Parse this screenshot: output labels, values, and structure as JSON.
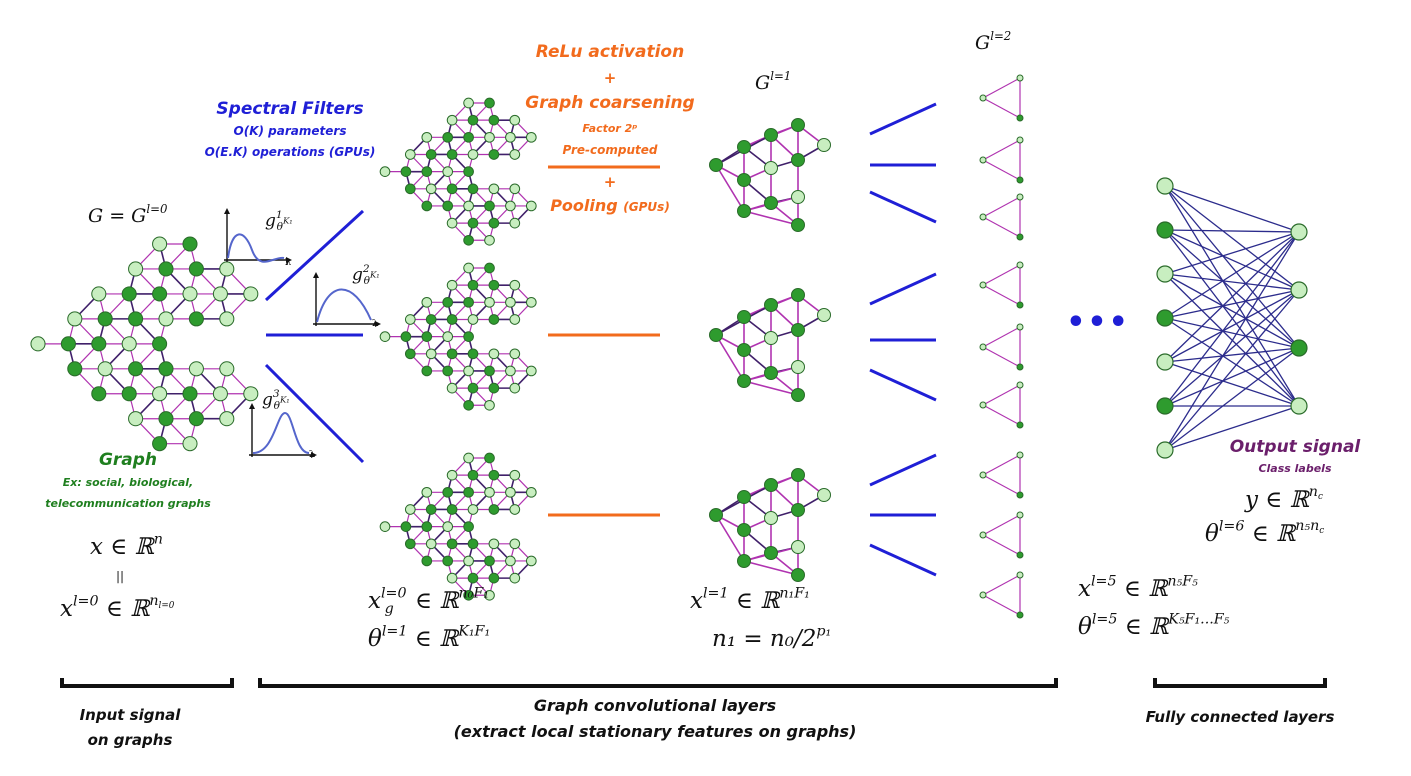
{
  "spectral": {
    "title": "Spectral Filters",
    "line1": "O(K) parameters",
    "line2": "O(E.K) operations (GPUs)"
  },
  "relu": {
    "title": "ReLu activation",
    "plus1": "+",
    "coarsening": "Graph coarsening",
    "factor": "Factor 2ᵖ",
    "precomputed": "Pre-computed",
    "plus2": "+",
    "pooling": "Pooling",
    "pooling_note": "(GPUs)"
  },
  "graph_label": {
    "title": "Graph",
    "line1": "Ex: social, biological,",
    "line2": "telecommunication graphs"
  },
  "output_label": {
    "title": "Output signal",
    "subtitle": "Class labels"
  },
  "math": {
    "G_def": "G = G",
    "G_def_sup": "l=0",
    "x_in": "x ∈ ℝ",
    "x_in_sup": "n",
    "equiv": "||",
    "x_l0": "x",
    "x_l0_sup": "l=0",
    "x_l0_rest": " ∈ ℝ",
    "x_l0_exp": "n",
    "x_l0_exp_sub": "l=0",
    "xg": "x",
    "xg_sup": "l=0",
    "xg_sub": "g",
    "xg_rest": " ∈ ℝ",
    "xg_exp": "n₀F₁",
    "theta1": "θ",
    "theta1_sup": "l=1",
    "theta1_rest": " ∈ ℝ",
    "theta1_exp": "K₁F₁",
    "x1": "x",
    "x1_sup": "l=1",
    "x1_rest": " ∈ ℝ",
    "x1_exp": "n₁F₁",
    "n1": "n₁ = n₀/2",
    "n1_sup": "p₁",
    "G1": "G",
    "G1_sup": "l=1",
    "G2": "G",
    "G2_sup": "l=2",
    "x5": "x",
    "x5_sup": "l=5",
    "x5_rest": " ∈ ℝ",
    "x5_exp": "n₅F₅",
    "theta5": "θ",
    "theta5_sup": "l=5",
    "theta5_rest": " ∈ ℝ",
    "theta5_exp": "K₅F₁...F₅",
    "y": "y ∈ ℝ",
    "y_sup": "n",
    "y_sub": "c",
    "theta6": "θ",
    "theta6_sup": "l=6",
    "theta6_rest": " ∈ ℝ",
    "theta6_exp": "n₅n",
    "theta6_exp_sub": "c",
    "g1": "g",
    "g1_sup": "1",
    "g2": "g",
    "g2_sup": "2",
    "g3": "g",
    "g3_sup": "3",
    "g_sub": "θ",
    "g_sub_sup": "K₁",
    "lambda": "λ"
  },
  "ellipsis": "•••",
  "bottom": {
    "input_signal_1": "Input signal",
    "input_signal_2": "on graphs",
    "conv_1": "Graph convolutional layers",
    "conv_2": "(extract local stationary features on graphs)",
    "fc": "Fully connected layers"
  },
  "colors": {
    "blue": "#1f1fd6",
    "orange": "#f26b1d",
    "dark_green": "#2e9b2e",
    "light_green": "#c8eec0",
    "edge_purple": "#b033b0",
    "edge_dark": "#40206a",
    "fc_edge": "#2c2c8c"
  }
}
